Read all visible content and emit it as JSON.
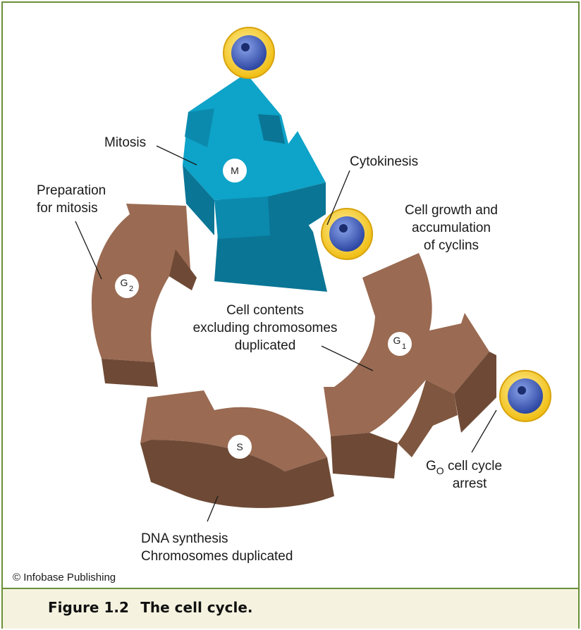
{
  "phases": {
    "m": "M",
    "g2": "G",
    "g2_sub": "2",
    "s": "S",
    "g1": "G",
    "g1_sub": "1"
  },
  "labels": {
    "mitosis": "Mitosis",
    "cytokinesis": "Cytokinesis",
    "preparation_line1": "Preparation",
    "preparation_line2": "for mitosis",
    "growth_line1": "Cell growth and",
    "growth_line2": "accumulation",
    "growth_line3": "of cyclins",
    "contents_line1": "Cell contents",
    "contents_line2": "excluding chromosomes",
    "contents_line3": "duplicated",
    "dna_line1": "DNA synthesis",
    "dna_line2": "Chromosomes duplicated",
    "g0_g": "G",
    "g0_sub": "O",
    "g0_rest": " cell cycle",
    "g0_line2": "arrest"
  },
  "credit": "© Infobase Publishing",
  "caption": {
    "figure": "Figure 1.2",
    "title": "The cell cycle."
  },
  "colors": {
    "border": "#6a8f3a",
    "caption_bg": "#f5f3df",
    "arrow_brown": "#9a6a52",
    "arrow_brown_dark": "#6e4a36",
    "arrow_blue": "#0ea3c8",
    "arrow_blue_dark": "#0a7595",
    "cell_outer": "#f2c21a",
    "cell_inner": "#3c59b8"
  }
}
